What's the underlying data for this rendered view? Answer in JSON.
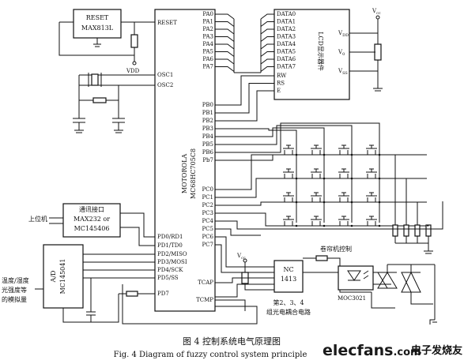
{
  "reset_chip": {
    "name": "RESET",
    "part": "MAX813L"
  },
  "mcu": {
    "name_line1": "MOTOROLA",
    "name_line2": "MC68HC705C8",
    "reset_pin": "RESET",
    "left_pins": [
      "OSC1",
      "OSC2",
      "PD0/RD1",
      "PD1/TD0",
      "PD2/MISO",
      "PD3/MOSI",
      "PD4/SCK",
      "PD5/SS",
      "PD7"
    ],
    "porta": [
      "PA0",
      "PA1",
      "PA2",
      "PA3",
      "PA4",
      "PA5",
      "PA6",
      "PA7"
    ],
    "portb": [
      "PB0",
      "PB1",
      "PB2",
      "PB3",
      "PB4",
      "PB5",
      "PB6",
      "Pb7"
    ],
    "portc": [
      "PC0",
      "PC1",
      "PC2",
      "PC3",
      "PC4",
      "PC5",
      "PC6",
      "PC7"
    ],
    "timer_pins": [
      "TCAP",
      "TCMP"
    ]
  },
  "vdd_label": "VDD",
  "lcd": {
    "name": "LCD显示器件",
    "data_pins": [
      "DATA0",
      "DATA1",
      "DATA2",
      "DATA3",
      "DATA4",
      "DATA5",
      "DATA6",
      "DATA7"
    ],
    "ctrl_pins": [
      "RW",
      "RS",
      "E"
    ],
    "supply_pins": [
      "V",
      "V",
      "V"
    ],
    "supply_subs": [
      "DD",
      "0",
      "SS"
    ],
    "vcc": "V",
    "vcc_sub": "cc"
  },
  "comm": {
    "line1": "通讯接口",
    "line2": "MAX232 or",
    "line3": "MC145406"
  },
  "host_label": "上位机",
  "adc": {
    "line1": "A/D",
    "line2": "MC145041"
  },
  "sensor_label": {
    "line1": "温度/湿度",
    "line2": "光强度等",
    "line3": "的模拟量"
  },
  "driver": {
    "line1": "NC",
    "line2": "1413"
  },
  "vcc_small": "V",
  "vcc_small_sub": "cc",
  "curtain_label": "卷帘机控制",
  "optocoupler": "MOC3021",
  "other_groups": {
    "line1": "第2、3、4",
    "line2": "组光电耦合电路"
  },
  "caption_cn": "图 4    控制系统电气原理图",
  "caption_en": "Fig. 4    Diagram of fuzzy control system principle",
  "watermark": {
    "brand": "elecfans",
    "dotcom": ".com",
    "cn": "电子发烧友"
  },
  "keypad": {
    "rows": 4,
    "cols": 4
  }
}
